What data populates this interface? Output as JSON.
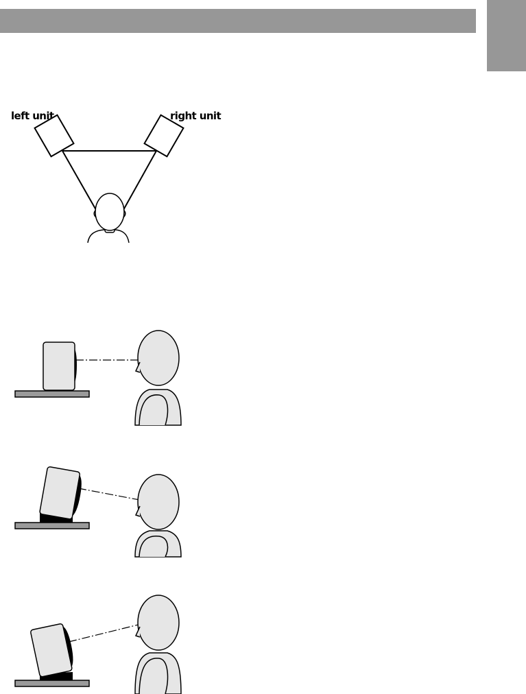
{
  "colors": {
    "header_gray": "#979797",
    "figure_fill": "#e6e6e6",
    "desk_gray": "#9a9a9a",
    "ink": "#000000"
  },
  "placement_diagram": {
    "left_label": "left unit",
    "right_label": "right unit"
  },
  "height_diagrams": [
    {
      "name": "monitor-level",
      "tilt": "none"
    },
    {
      "name": "monitor-tilted-up",
      "tilt": "up"
    },
    {
      "name": "monitor-tilted-down",
      "tilt": "down"
    }
  ]
}
